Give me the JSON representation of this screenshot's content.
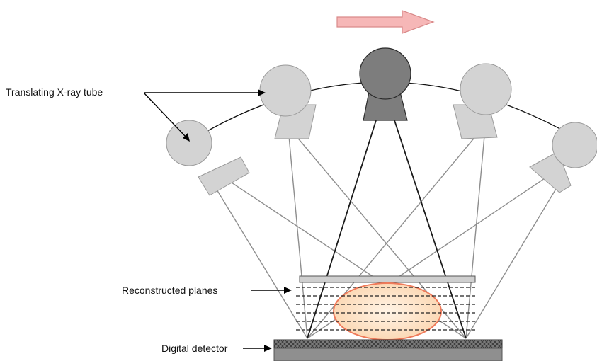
{
  "labels": {
    "tube": "Translating X-ray tube",
    "planes": "Reconstructed planes",
    "detector": "Digital detector"
  },
  "icons": {
    "motion_arrow": "right-arrow-icon"
  },
  "colors": {
    "motion_arrow_fill": "#f6b7b7",
    "motion_arrow_stroke": "#d98a8a",
    "tube_light": "#d3d3d3",
    "tube_dark": "#7d7d7d",
    "object_fill": "#fde3c8",
    "object_stroke": "#ef7b5b",
    "detector_fill": "#8f8f8f"
  }
}
